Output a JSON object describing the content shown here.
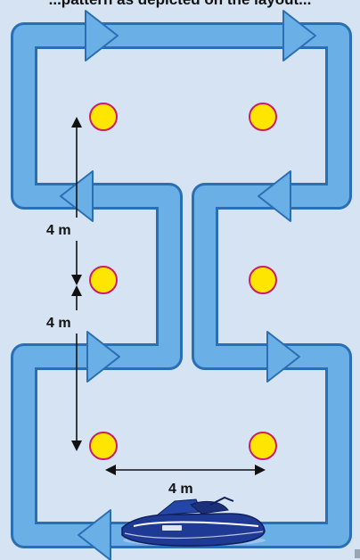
{
  "header": {
    "text": "...pattern as depicted on the layout..."
  },
  "diagram": {
    "course": "slalom pattern",
    "buoy_color": "#ffe600",
    "buoy_outline": "#cc1b6b",
    "path_color": "#6aafe6",
    "path_outline": "#2a6fb3",
    "vessel": "jet ski",
    "dimensions": [
      {
        "label": "4 m",
        "orientation": "vertical"
      },
      {
        "label": "4 m",
        "orientation": "vertical"
      },
      {
        "label": "4 m",
        "orientation": "horizontal"
      }
    ]
  }
}
